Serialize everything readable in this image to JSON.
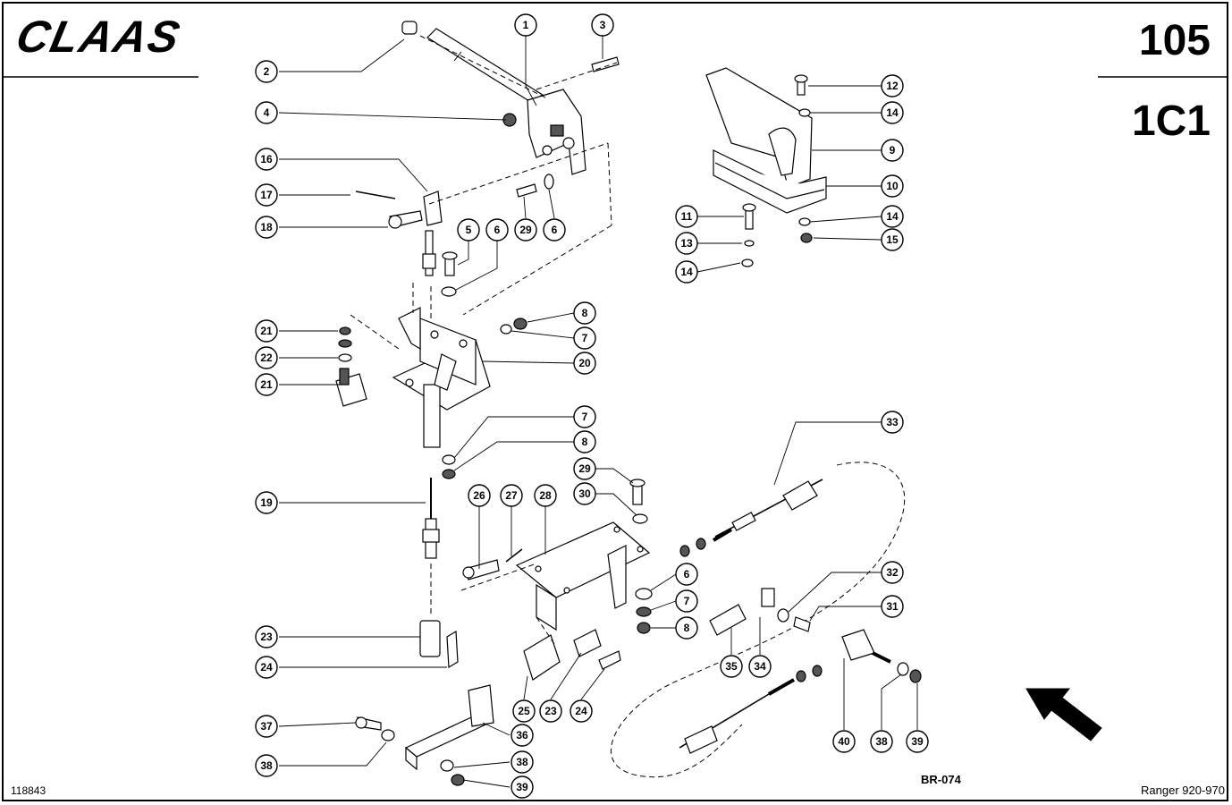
{
  "header": {
    "brand": "CLAAS",
    "page_number": "105",
    "group_code": "1C1"
  },
  "footer": {
    "drawing_number": "118843",
    "diagram_ref": "BR-074",
    "model": "Ranger 920-970"
  },
  "callouts": [
    {
      "id": "c-1",
      "label": "1"
    },
    {
      "id": "c-2",
      "label": "2"
    },
    {
      "id": "c-3",
      "label": "3"
    },
    {
      "id": "c-4",
      "label": "4"
    },
    {
      "id": "c-16",
      "label": "16"
    },
    {
      "id": "c-17",
      "label": "17"
    },
    {
      "id": "c-18",
      "label": "18"
    },
    {
      "id": "c-29a",
      "label": "29"
    },
    {
      "id": "c-6a",
      "label": "6"
    },
    {
      "id": "c-5",
      "label": "5"
    },
    {
      "id": "c-6b",
      "label": "6"
    },
    {
      "id": "c-8a",
      "label": "8"
    },
    {
      "id": "c-7a",
      "label": "7"
    },
    {
      "id": "c-20",
      "label": "20"
    },
    {
      "id": "c-21a",
      "label": "21"
    },
    {
      "id": "c-22",
      "label": "22"
    },
    {
      "id": "c-21b",
      "label": "21"
    },
    {
      "id": "c-7b",
      "label": "7"
    },
    {
      "id": "c-8b",
      "label": "8"
    },
    {
      "id": "c-19",
      "label": "19"
    },
    {
      "id": "c-29b",
      "label": "29"
    },
    {
      "id": "c-30",
      "label": "30"
    },
    {
      "id": "c-26",
      "label": "26"
    },
    {
      "id": "c-27",
      "label": "27"
    },
    {
      "id": "c-28",
      "label": "28"
    },
    {
      "id": "c-6c",
      "label": "6"
    },
    {
      "id": "c-7c",
      "label": "7"
    },
    {
      "id": "c-8c",
      "label": "8"
    },
    {
      "id": "c-23a",
      "label": "23"
    },
    {
      "id": "c-24a",
      "label": "24"
    },
    {
      "id": "c-25",
      "label": "25"
    },
    {
      "id": "c-23b",
      "label": "23"
    },
    {
      "id": "c-24b",
      "label": "24"
    },
    {
      "id": "c-37",
      "label": "37"
    },
    {
      "id": "c-36",
      "label": "36"
    },
    {
      "id": "c-38a",
      "label": "38"
    },
    {
      "id": "c-38b",
      "label": "38"
    },
    {
      "id": "c-39a",
      "label": "39"
    },
    {
      "id": "c-12",
      "label": "12"
    },
    {
      "id": "c-14a",
      "label": "14"
    },
    {
      "id": "c-9",
      "label": "9"
    },
    {
      "id": "c-10",
      "label": "10"
    },
    {
      "id": "c-11",
      "label": "11"
    },
    {
      "id": "c-14b",
      "label": "14"
    },
    {
      "id": "c-13",
      "label": "13"
    },
    {
      "id": "c-15",
      "label": "15"
    },
    {
      "id": "c-14c",
      "label": "14"
    },
    {
      "id": "c-33",
      "label": "33"
    },
    {
      "id": "c-32",
      "label": "32"
    },
    {
      "id": "c-31",
      "label": "31"
    },
    {
      "id": "c-35",
      "label": "35"
    },
    {
      "id": "c-34",
      "label": "34"
    },
    {
      "id": "c-40",
      "label": "40"
    },
    {
      "id": "c-38c",
      "label": "38"
    },
    {
      "id": "c-39b",
      "label": "39"
    }
  ]
}
